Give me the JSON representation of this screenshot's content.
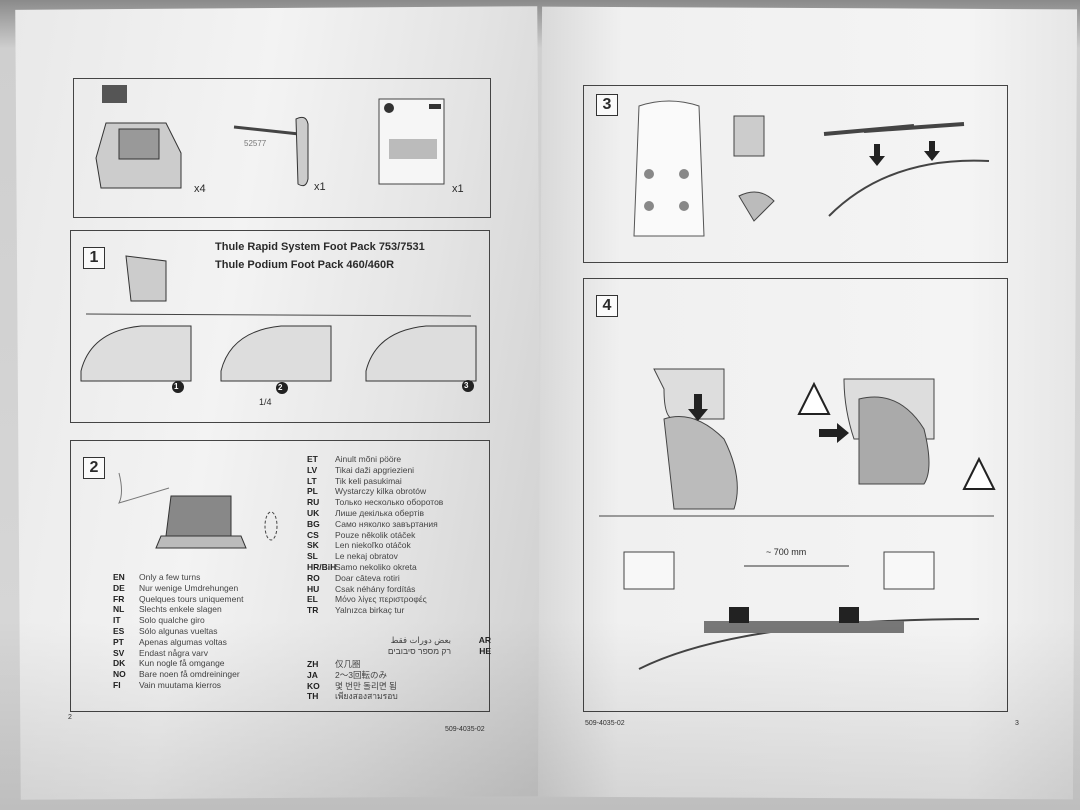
{
  "left_page": {
    "contents": {
      "wrench_part_number": "52577",
      "qty_feet": "x4",
      "qty_tool": "x1",
      "qty_manual": "x1"
    },
    "step1": {
      "number": "1",
      "line1": "Thule Rapid System Foot Pack 753/7531",
      "line2": "Thule Podium Foot Pack 460/460R",
      "callouts": [
        "1",
        "2",
        "3"
      ],
      "turn_label": "1/4"
    },
    "step2": {
      "number": "2",
      "translations_left": [
        {
          "code": "EN",
          "text": "Only a few turns"
        },
        {
          "code": "DE",
          "text": "Nur wenige Umdrehungen"
        },
        {
          "code": "FR",
          "text": "Quelques tours uniquement"
        },
        {
          "code": "NL",
          "text": "Slechts enkele slagen"
        },
        {
          "code": "IT",
          "text": "Solo qualche giro"
        },
        {
          "code": "ES",
          "text": "Sólo algunas vueltas"
        },
        {
          "code": "PT",
          "text": "Apenas algumas voltas"
        },
        {
          "code": "SV",
          "text": "Endast några varv"
        },
        {
          "code": "DK",
          "text": "Kun nogle få omgange"
        },
        {
          "code": "NO",
          "text": "Bare noen få omdreininger"
        },
        {
          "code": "FI",
          "text": "Vain muutama kierros"
        }
      ],
      "translations_right": [
        {
          "code": "ET",
          "text": "Ainult mõni pööre"
        },
        {
          "code": "LV",
          "text": "Tikai daži apgriezieni"
        },
        {
          "code": "LT",
          "text": "Tik keli pasukimai"
        },
        {
          "code": "PL",
          "text": "Wystarczy kilka obrotów"
        },
        {
          "code": "RU",
          "text": "Только несколько оборотов"
        },
        {
          "code": "UK",
          "text": "Лише декілька обертів"
        },
        {
          "code": "BG",
          "text": "Само няколко завъртания"
        },
        {
          "code": "CS",
          "text": "Pouze několik otáček"
        },
        {
          "code": "SK",
          "text": "Len niekoľko otáčok"
        },
        {
          "code": "SL",
          "text": "Le nekaj obratov"
        },
        {
          "code": "HR/BiH",
          "text": "Samo nekoliko okreta"
        },
        {
          "code": "RO",
          "text": "Doar câteva rotiri"
        },
        {
          "code": "HU",
          "text": "Csak néhány fordítás"
        },
        {
          "code": "EL",
          "text": "Μόνο λίγες περιστροφές"
        },
        {
          "code": "TR",
          "text": "Yalnızca birkaç tur"
        }
      ],
      "translations_rtl": [
        {
          "code": "AR",
          "text": "بعض دورات فقط"
        },
        {
          "code": "HE",
          "text": "רק מספר סיבובים"
        }
      ],
      "translations_asian": [
        {
          "code": "ZH",
          "text": "仅几圈"
        },
        {
          "code": "JA",
          "text": "2～3回転のみ"
        },
        {
          "code": "KO",
          "text": "몇 번만 돌리면 됨"
        },
        {
          "code": "TH",
          "text": "เพียงสองสามรอบ"
        }
      ]
    },
    "page_number": "2",
    "doc_code": "509-4035-02"
  },
  "right_page": {
    "step3": {
      "number": "3"
    },
    "step4": {
      "number": "4",
      "distance_label": "~ 700 mm"
    },
    "page_number": "3",
    "doc_code": "509-4035-02"
  }
}
